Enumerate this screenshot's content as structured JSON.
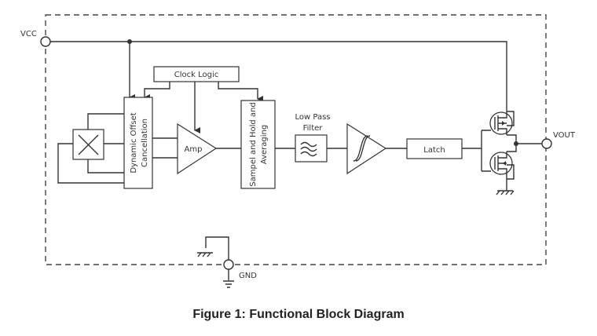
{
  "diagram": {
    "pins": {
      "vcc": "VCC",
      "vout": "VOUT",
      "gnd": "GND"
    },
    "blocks": {
      "clock_logic": "Clock Logic",
      "offset_cancel_line1": "Dynamic Offset",
      "offset_cancel_line2": "Cancellation",
      "amp": "Amp",
      "sample_hold_line1": "Sampel and Hold and",
      "sample_hold_line2": "Averaging",
      "lpf_line1": "Low Pass",
      "lpf_line2": "Filter",
      "latch": "Latch"
    },
    "colors": {
      "line": "#333333",
      "boundary": "#444444",
      "background": "#ffffff"
    }
  },
  "caption": "Figure 1: Functional Block Diagram"
}
